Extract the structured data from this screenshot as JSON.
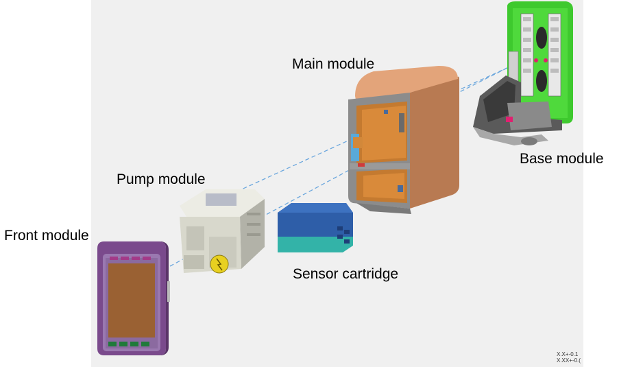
{
  "labels": {
    "main": "Main module",
    "base": "Base module",
    "pump": "Pump module",
    "front": "Front module",
    "sensor": "Sensor cartridge"
  },
  "tolerance": {
    "line1": "X.X+-0.1",
    "line2": "X.XX+-0.("
  },
  "colors": {
    "main_shell": "#d4956a",
    "base_board": "#3ec92e",
    "front_frame": "#7a4a8c",
    "front_screen": "#9a6133",
    "sensor_top": "#2e5ea8",
    "sensor_bottom": "#33b3a8",
    "pump_body": "#d8d8cc",
    "pump_knob": "#e8d020",
    "guide_line": "#6aa6dd"
  }
}
